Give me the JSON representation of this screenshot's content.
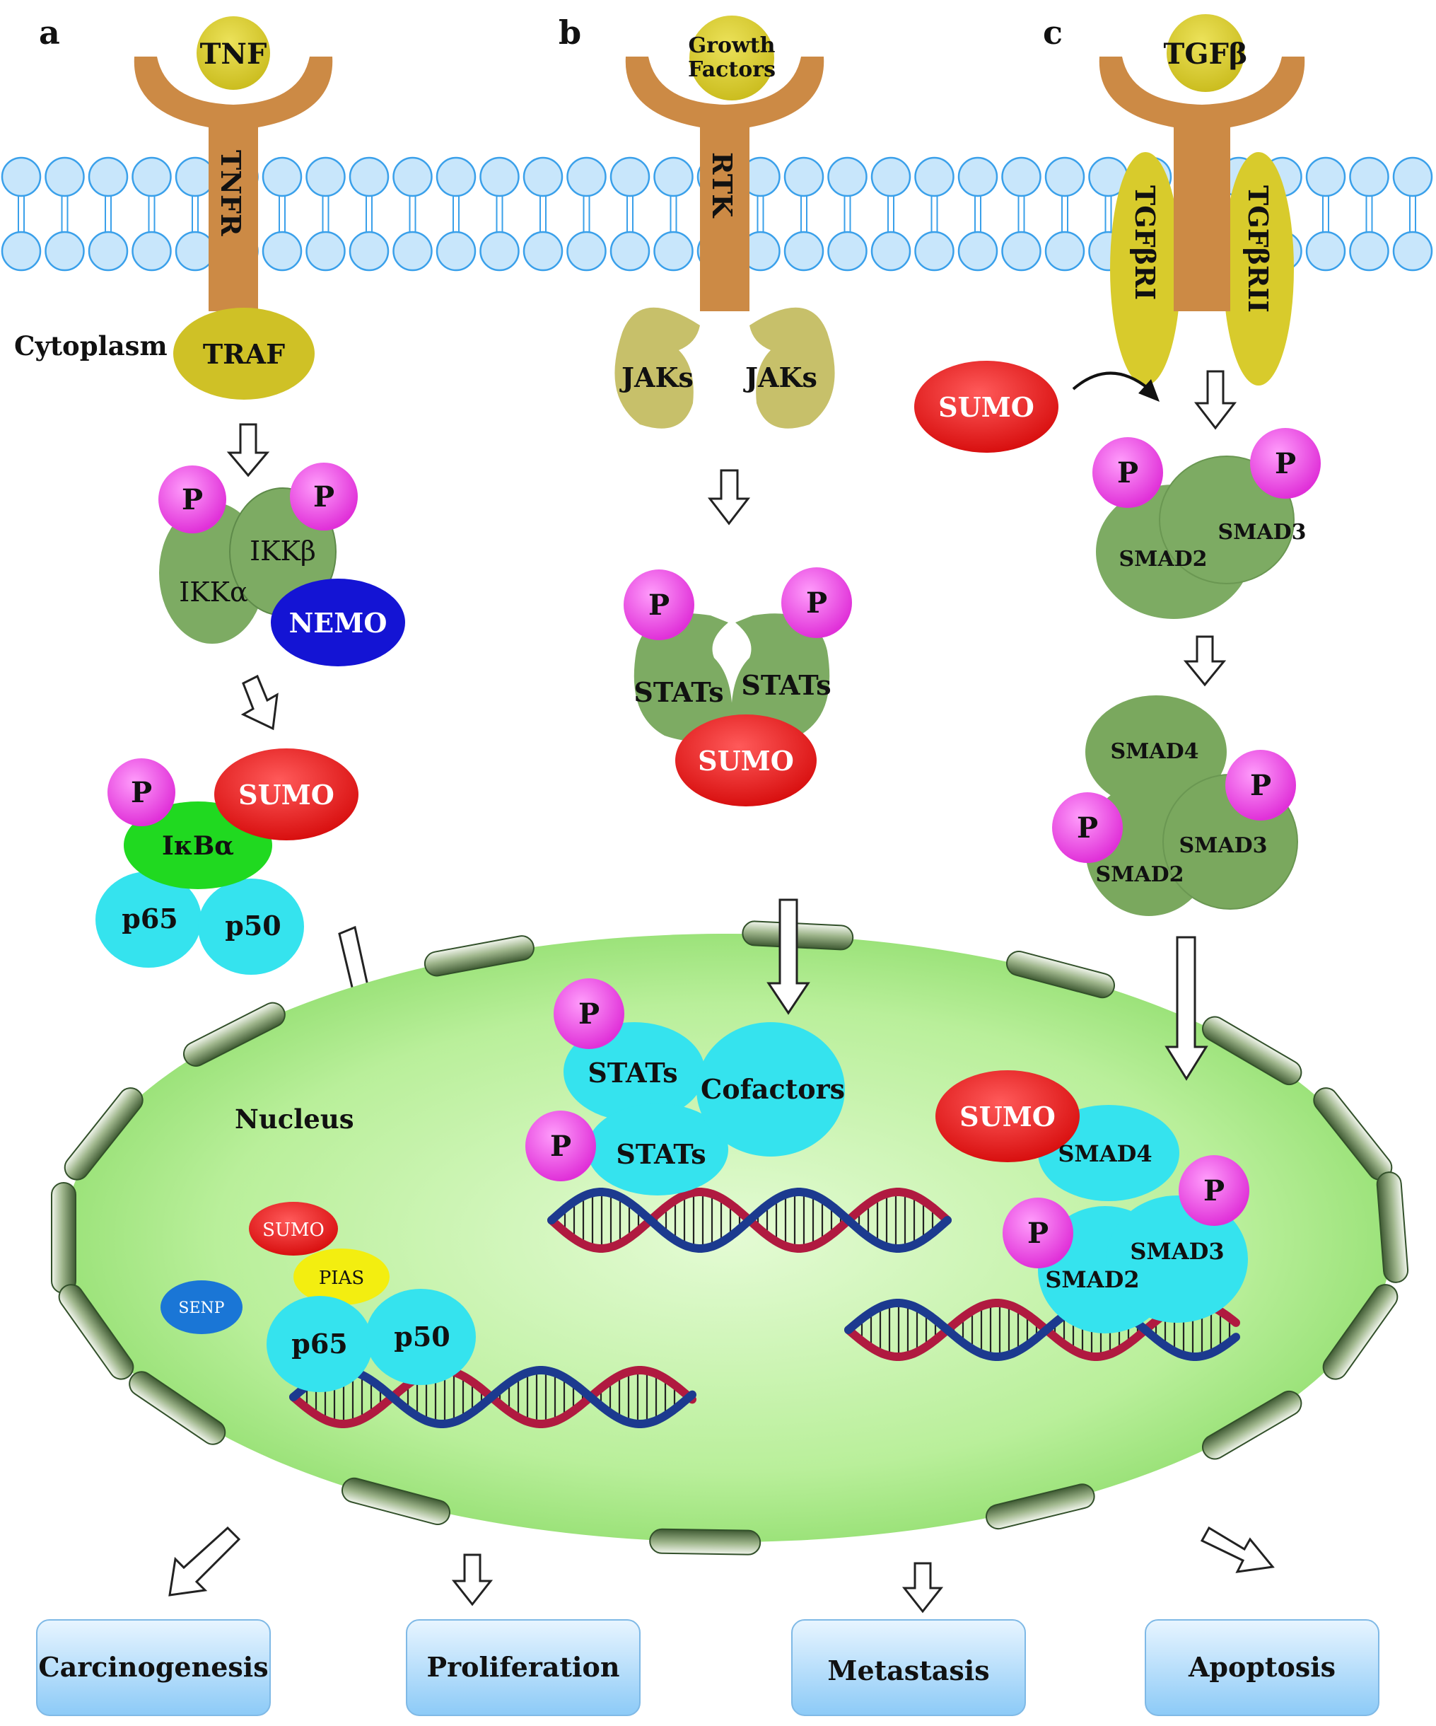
{
  "panel_labels": {
    "a": "a",
    "b": "b",
    "c": "c"
  },
  "membrane": {
    "cytoplasm": "Cytoplasm",
    "nucleus": "Nucleus"
  },
  "pathway_a": {
    "ligand": "TNF",
    "receptor": "TNFR",
    "adaptor": "TRAF",
    "ikk": {
      "p1": "P",
      "p2": "P",
      "alpha": "IKKα",
      "beta": "IKKβ",
      "nemo": "NEMO"
    },
    "ikb": {
      "p": "P",
      "sumo": "SUMO",
      "ikba": "IκBα",
      "p65": "p65",
      "p50": "p50"
    },
    "nuclear": {
      "sumo": "SUMO",
      "pias": "PIAS",
      "senp": "SENP",
      "p65": "p65",
      "p50": "p50"
    }
  },
  "pathway_b": {
    "ligand_line1": "Growth",
    "ligand_line2": "Factors",
    "receptor": "RTK",
    "jak_left": "JAKs",
    "jak_right": "JAKs",
    "stat": {
      "p1": "P",
      "p2": "P",
      "left": "STATs",
      "right": "STATs",
      "sumo": "SUMO"
    },
    "nuclear": {
      "p1": "P",
      "p2": "P",
      "stat1": "STATs",
      "stat2": "STATs",
      "cofactors": "Cofactors"
    }
  },
  "pathway_c": {
    "ligand": "TGFβ",
    "receptor_left": "TGFβRI",
    "receptor_right": "TGFβRII",
    "sumo": "SUMO",
    "smad_pair": {
      "p1": "P",
      "p2": "P",
      "smad2": "SMAD2",
      "smad3": "SMAD3"
    },
    "smad_trimer": {
      "p1": "P",
      "p2": "P",
      "smad4": "SMAD4",
      "smad2": "SMAD2",
      "smad3": "SMAD3"
    },
    "nuclear": {
      "sumo": "SUMO",
      "smad4": "SMAD4",
      "p1": "P",
      "p2": "P",
      "smad2": "SMAD2",
      "smad3": "SMAD3"
    }
  },
  "outcomes": {
    "carcinogenesis": "Carcinogenesis",
    "proliferation": "Proliferation",
    "metastasis": "Metastasis",
    "apoptosis": "Apoptosis"
  },
  "colors": {
    "receptor": "#cc8a45",
    "ligand": "#d8cb2c",
    "phospho": "#e83ce0",
    "sumo": "#e01a1a",
    "smad": "#7dab63",
    "transcription": "#35e3ee",
    "nemo": "#1414d4",
    "nucleus": "#b9ef9a",
    "membrane": "#c8e6fb",
    "outcome_box": "#a6d7fb"
  }
}
